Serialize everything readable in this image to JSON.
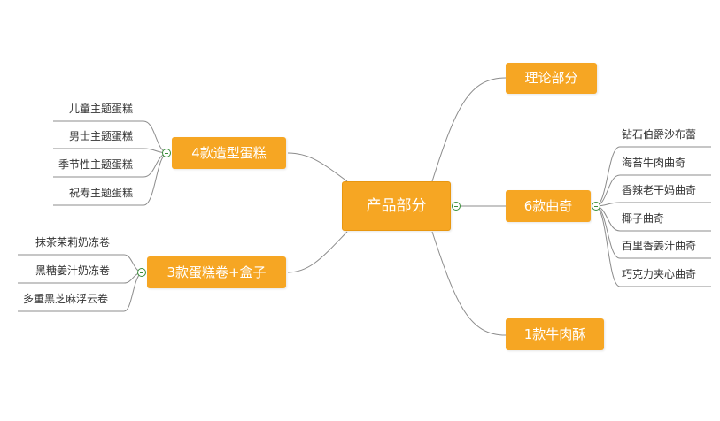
{
  "root": {
    "label": "产品部分"
  },
  "right": {
    "theory": {
      "label": "理论部分"
    },
    "cookies": {
      "label": "6款曲奇",
      "items": [
        "钻石伯爵沙布蕾",
        "海苔牛肉曲奇",
        "香辣老干妈曲奇",
        "椰子曲奇",
        "百里香姜汁曲奇",
        "巧克力夹心曲奇"
      ]
    },
    "beef": {
      "label": "1款牛肉酥"
    }
  },
  "left": {
    "shaped_cakes": {
      "label": "4款造型蛋糕",
      "items": [
        "儿童主题蛋糕",
        "男士主题蛋糕",
        "季节性主题蛋糕",
        "祝寿主题蛋糕"
      ]
    },
    "rolls": {
      "label": "3款蛋糕卷+盒子",
      "items": [
        "抹茶茉莉奶冻卷",
        "黑糖姜汁奶冻卷",
        "多重黑芝麻浮云卷"
      ]
    }
  },
  "colors": {
    "node_fill": "#F6A623",
    "node_text": "#FFFFFF",
    "connector": "#8c8c8c",
    "toggle": "#3A8F3A"
  },
  "icons": {
    "collapse_toggle": "minus-circle-icon"
  }
}
